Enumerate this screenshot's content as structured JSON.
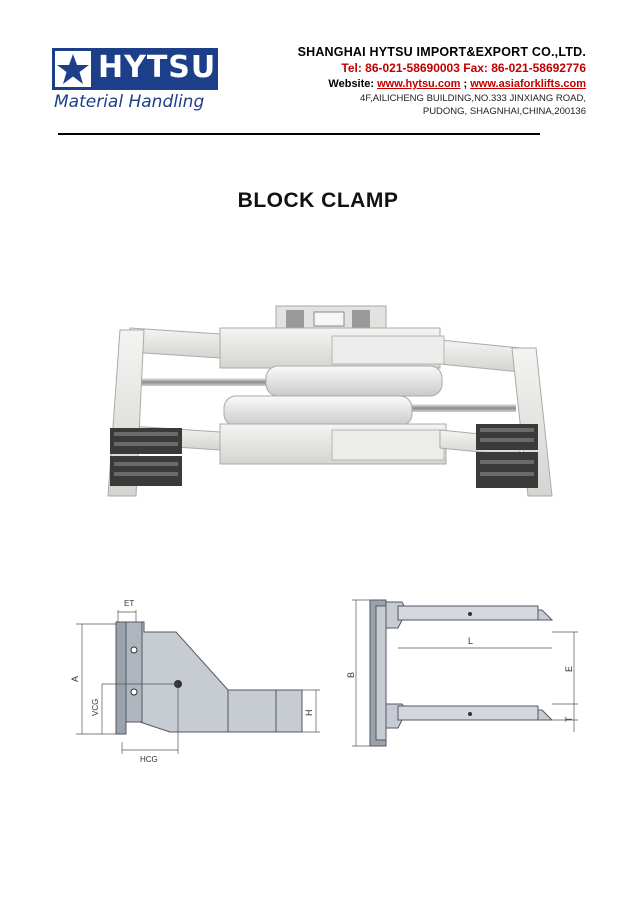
{
  "logo": {
    "word": "HYTSU",
    "tagline": "Material Handling",
    "icon": "star-icon",
    "brand_color": "#1d3f8a"
  },
  "company": {
    "name": "SHANGHAI HYTSU IMPORT&EXPORT CO.,LTD.",
    "phone": "Tel: 86-021-58690003 Fax: 86-021-58692776",
    "website_label": "Website:",
    "website_1": "www.hytsu.com",
    "website_sep": ";",
    "website_2": "www.asiaforklifts.com",
    "address_1": "4F,AILICHENG BUILDING,NO.333 JINXIANG ROAD,",
    "address_2": "PUDONG, SHAGNHAI,CHINA,200136",
    "accent_color": "#c00000"
  },
  "page": {
    "title": "BLOCK CLAMP"
  },
  "diagram_side": {
    "labels": {
      "et": "ET",
      "a": "A",
      "vcg": "VCG",
      "hcg": "HCG",
      "h": "H"
    }
  },
  "diagram_top": {
    "labels": {
      "b": "B",
      "l": "L",
      "e": "E",
      "t": "T"
    }
  }
}
